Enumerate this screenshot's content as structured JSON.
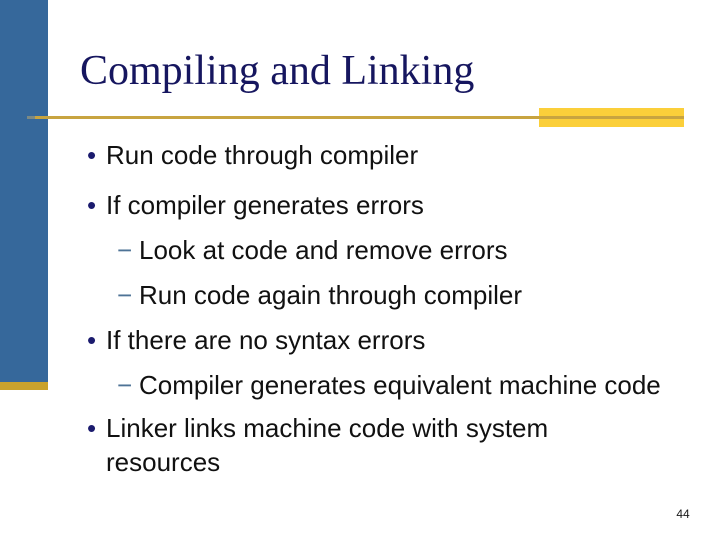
{
  "slide": {
    "title": "Compiling and Linking",
    "page_number": "44",
    "markers": {
      "level1": "•",
      "level2": "−"
    },
    "bullets": [
      {
        "level": 1,
        "text": "Run code through compiler"
      },
      {
        "level": 1,
        "text": "If compiler generates errors"
      },
      {
        "level": 2,
        "text": "Look at code and remove errors"
      },
      {
        "level": 2,
        "text": "Run code again through compiler"
      },
      {
        "level": 1,
        "text": "If there are no syntax errors"
      },
      {
        "level": 2,
        "text": "Compiler generates equivalent machine code"
      },
      {
        "level": 1,
        "text": "Linker links machine code with system resources"
      }
    ],
    "colors": {
      "sidebar_blue": "#36689B",
      "sidebar_gold": "#C9A22C",
      "title_navy": "#16165F",
      "rule_gold": "#C8A440",
      "accent_yellow": "#FBCF3A",
      "bullet_dot_navy": "#1B1B6E",
      "dash_steel_blue": "#4E7396",
      "body_text": "#111111"
    }
  }
}
